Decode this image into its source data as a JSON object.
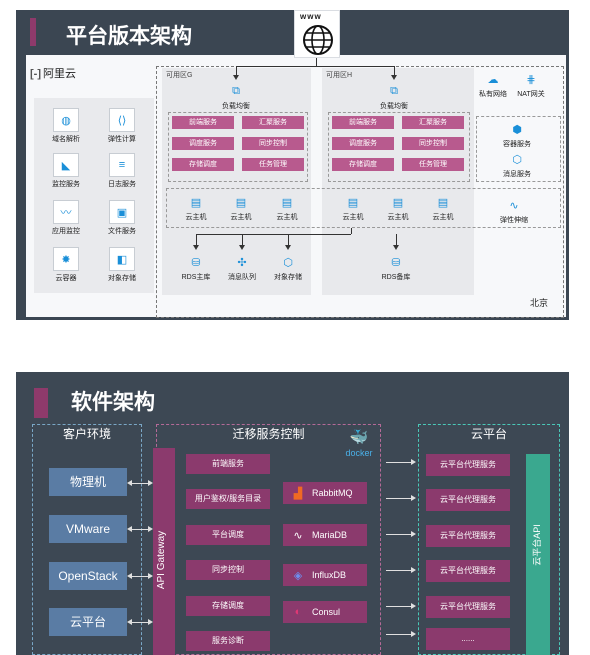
{
  "slide1": {
    "title": "平台版本架构",
    "www": "www",
    "provider": "阿里云",
    "region": "北京",
    "services": [
      "域名解析",
      "弹性计算",
      "监控服务",
      "日志服务",
      "应用监控",
      "文件服务",
      "云容器",
      "对象存储"
    ],
    "zone_g": "可用区G",
    "zone_h": "可用区H",
    "load_balancer": "负载均衡",
    "zone_g_modules": [
      "前端服务",
      "汇聚服务",
      "调度服务",
      "同步控制",
      "存储调度",
      "任务管理"
    ],
    "zone_h_modules": [
      "前端服务",
      "汇聚服务",
      "调度服务",
      "同步控制",
      "存储调度",
      "任务管理"
    ],
    "cloud_host": "云主机",
    "right_services": [
      "私有网络",
      "NAT网关",
      "容器服务",
      "消息服务",
      "弹性伸缩"
    ],
    "zone_g_storage": [
      "RDS主库",
      "消息队列",
      "对象存储"
    ],
    "zone_h_storage": "RDS备库"
  },
  "slide2": {
    "title": "软件架构",
    "client": {
      "title": "客户环境",
      "items": [
        "物理机",
        "VMware",
        "OpenStack",
        "云平台"
      ]
    },
    "migration": {
      "title": "迁移服务控制",
      "gateway": "API Gateway",
      "services": [
        "前端服务",
        "用户鉴权/服务目录",
        "平台调度",
        "同步控制",
        "存储调度",
        "服务诊断"
      ],
      "components": [
        "RabbitMQ",
        "MariaDB",
        "InfluxDB",
        "Consul"
      ],
      "docker": "docker"
    },
    "cloud": {
      "title": "云平台",
      "items": [
        "云平台代理服务",
        "云平台代理服务",
        "云平台代理服务",
        "云平台代理服务",
        "云平台代理服务",
        "......"
      ],
      "api": "云平台API"
    }
  },
  "colors": {
    "dark_bg": "#3b4652",
    "accent_purple": "#8e3a6b",
    "module_pink": "#b85a8e",
    "client_blue": "#5a7ca4",
    "icon_blue": "#1a8fd8"
  }
}
